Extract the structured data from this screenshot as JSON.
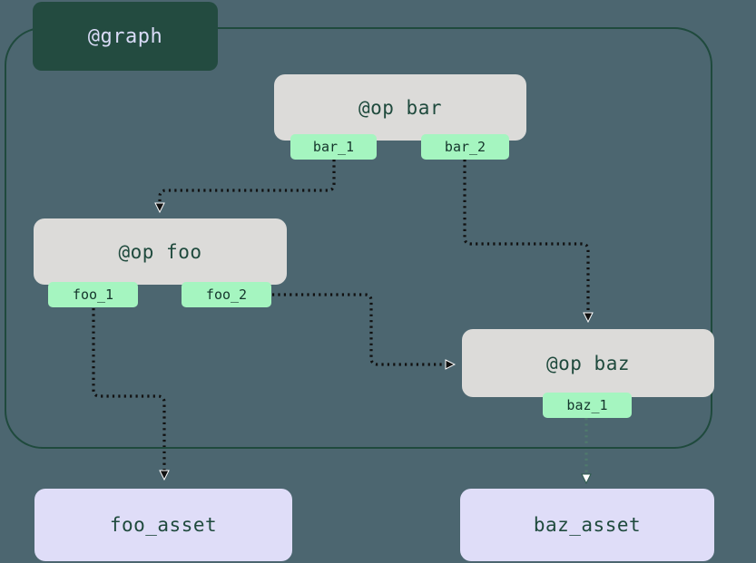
{
  "graph": {
    "label": "@graph",
    "container_border_color": "#1f4a3d",
    "label_bg_color": "#234b40",
    "label_text_color": "#d9dbf7"
  },
  "canvas": {
    "background_color": "#4c6670"
  },
  "nodes": {
    "bar": {
      "title": "@op bar",
      "ports": [
        {
          "label": "bar_1"
        },
        {
          "label": "bar_2"
        }
      ]
    },
    "foo": {
      "title": "@op foo",
      "ports": [
        {
          "label": "foo_1"
        },
        {
          "label": "foo_2"
        }
      ]
    },
    "baz": {
      "title": "@op baz",
      "ports": [
        {
          "label": "baz_1"
        }
      ]
    }
  },
  "assets": [
    {
      "label": "foo_asset"
    },
    {
      "label": "baz_asset"
    }
  ],
  "colors": {
    "op_node_bg": "#dcdbd9",
    "port_bg": "#a5f5c0",
    "asset_bg": "#dfddf8",
    "edge": "#111111",
    "node_text": "#1f4a3d"
  },
  "edges": [
    {
      "from": "bar_1",
      "to": "foo",
      "arrow": "filled"
    },
    {
      "from": "bar_2",
      "to": "baz",
      "arrow": "filled"
    },
    {
      "from": "foo_2",
      "to": "baz",
      "arrow": "filled"
    },
    {
      "from": "foo_1",
      "to": "foo_asset",
      "arrow": "filled"
    },
    {
      "from": "baz_1",
      "to": "baz_asset",
      "arrow": "hollow"
    }
  ]
}
